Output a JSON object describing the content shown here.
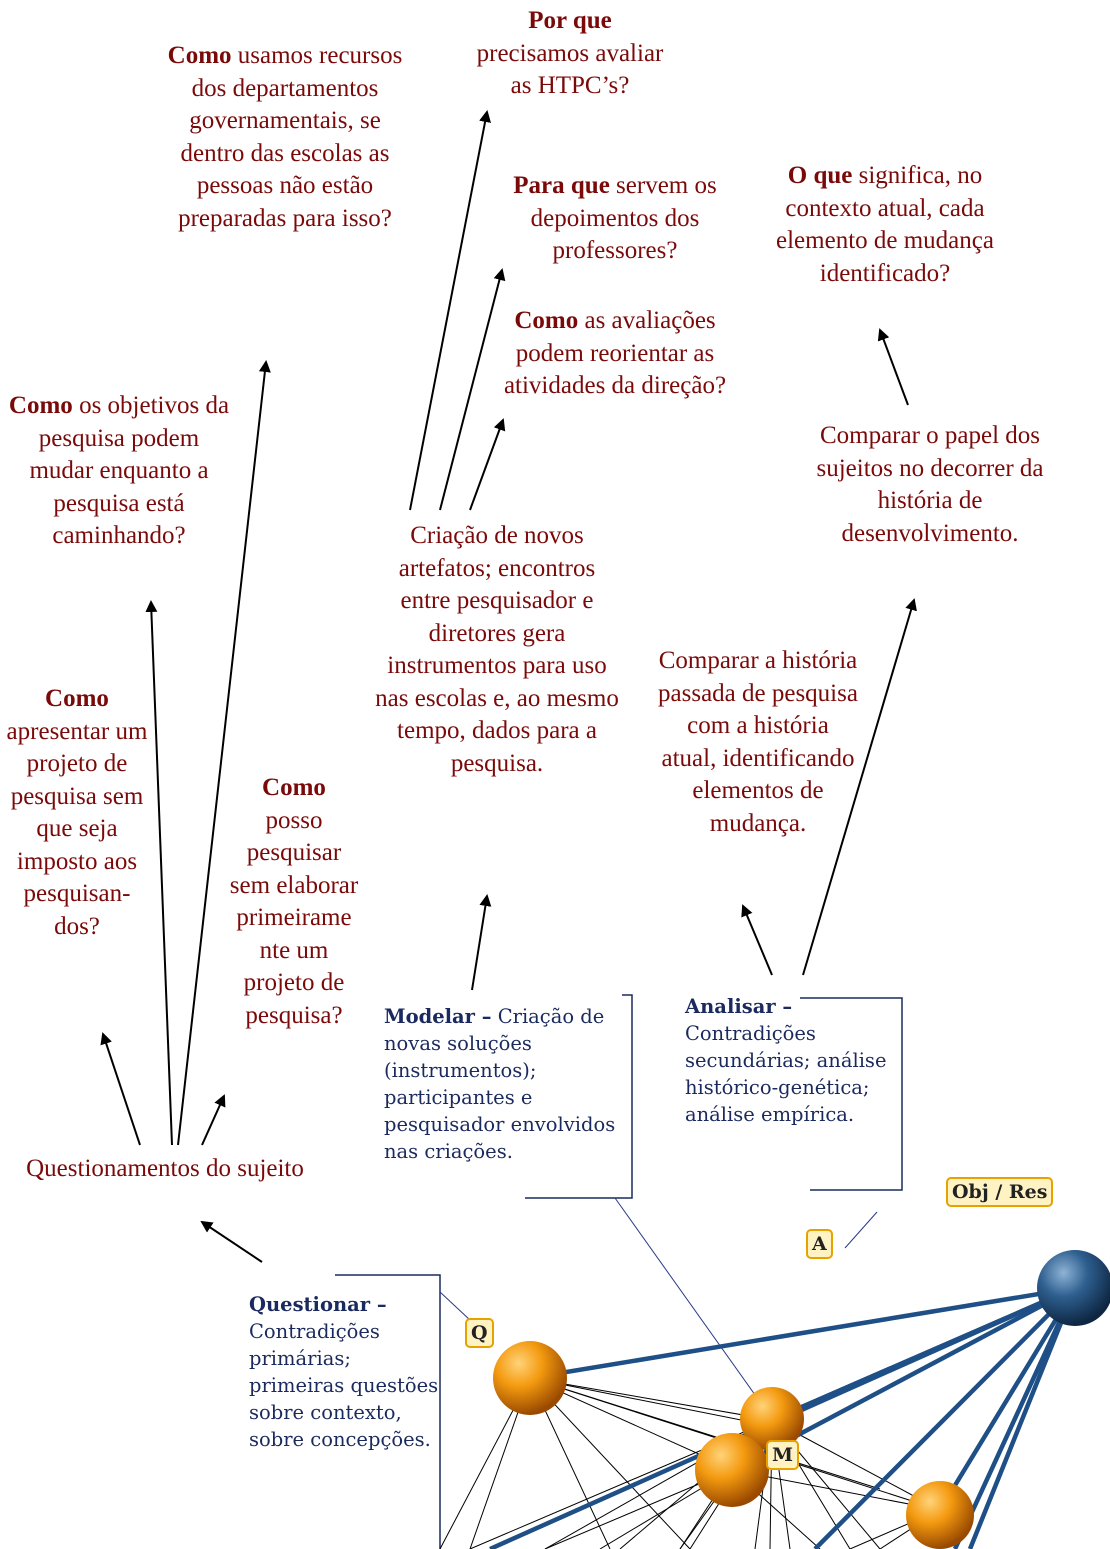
{
  "questions": {
    "por_que": {
      "lead": "Por que",
      "rest": "precisamos avaliar as HTPC’s?"
    },
    "para_que": {
      "lead": "Para que",
      "rest": " servem os depoimentos dos professores?"
    },
    "como_avaliacoes": {
      "lead": "Como",
      "rest": " as avaliações podem reorientar as atividades da direção?"
    },
    "o_que": {
      "lead": "O que",
      "rest": " significa, no contexto atual, cada elemento de mudança identificado?"
    },
    "como_recursos": {
      "lead": "Como",
      "rest": " usamos recursos dos departamentos governamentais, se dentro das escolas as pessoas não estão preparadas para isso?"
    },
    "como_objetivos": {
      "lead": "Como",
      "rest": " os objetivos da pesquisa podem mudar enquanto a pesquisa está caminhando?"
    },
    "como_apresentar": {
      "lead": "Como",
      "rest": "apresentar um projeto de pesquisa sem que seja imposto aos pesquisan-dos?"
    },
    "como_posso": {
      "lead": "Como",
      "rest": "posso pesquisar sem elaborar primeirame nte um projeto de pesquisa?"
    }
  },
  "statements": {
    "criacao": "Criação de novos artefatos; encontros entre pesquisador e diretores gera instrumentos para uso nas escolas e, ao mesmo tempo, dados para a pesquisa.",
    "comparar_papel": "Comparar o papel dos sujeitos no decorrer da história de desenvolvimento.",
    "comparar_historia": "Comparar a história passada de pesquisa com a história atual, identificando elementos de mudança.",
    "questionamentos": "Questionamentos do sujeito"
  },
  "boxes": {
    "modelar": {
      "title": "Modelar –",
      "body": " Criação de novas soluções (instrumentos); participantes e pesquisador envolvidos nas criações."
    },
    "analisar": {
      "title": "Analisar –",
      "body": " Contradições secundárias; análise histórico-genética; análise empírica."
    },
    "questionar": {
      "title": "Questionar –",
      "body": " Contradições primárias; primeiras questões sobre contexto, sobre concepções."
    }
  },
  "tags": {
    "a": "A",
    "q": "Q",
    "m": "M",
    "obj": "Obj / Res"
  },
  "colors": {
    "question_text": "#7a0a0a",
    "box_text": "#1b2a5e",
    "sphere_orange": "#f08c00",
    "sphere_blue": "#1f4e7a",
    "network_blue": "#1e4f86"
  }
}
